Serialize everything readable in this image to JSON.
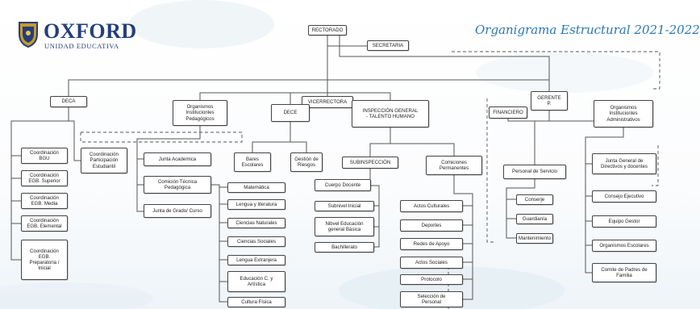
{
  "header": {
    "logo_word": "OXFORD",
    "logo_sub": "UNIDAD EDUCATIVA",
    "title": "Organigrama Estructural 2021-2022"
  },
  "colors": {
    "brand": "#243e7a",
    "title": "#2a77b5",
    "lines": "#555555"
  },
  "nodes": [
    {
      "id": "rectorado",
      "label": "RECTORADO"
    },
    {
      "id": "secretaria",
      "label": "SECRETARIA"
    },
    {
      "id": "deca",
      "label": "DECA"
    },
    {
      "id": "vicerrectora",
      "label": "VICERRECTORA"
    },
    {
      "id": "gerente",
      "label": "GERENTE\nP."
    },
    {
      "id": "org-inst-ped",
      "label": "Organismos\nInstitucionles\nPedagógicos"
    },
    {
      "id": "dece",
      "label": "DECE"
    },
    {
      "id": "insp-general",
      "label": "INSPECCIÓN GENERAL\n- TALENTO HUMANO"
    },
    {
      "id": "financiero",
      "label": "FINANCIERO"
    },
    {
      "id": "org-inst-adm",
      "label": "Organismos\nInstitucionles\nAdministrativos"
    },
    {
      "id": "coord-bgu",
      "label": "Coordinación\nBGU"
    },
    {
      "id": "coord-egb-sup",
      "label": "Coordinación\nEGB. Superior"
    },
    {
      "id": "coord-egb-media",
      "label": "Coordinación\nEGB. Media"
    },
    {
      "id": "coord-egb-elem",
      "label": "Coordinación\nEGB. Elemental"
    },
    {
      "id": "coord-egb-prep",
      "label": "Coordinación\nEGB.\nPreparatoria /\nInicial"
    },
    {
      "id": "coord-part",
      "label": "Coordinación\nParticipación\nEstudiantil"
    },
    {
      "id": "junta-acad",
      "label": "Junta Academica"
    },
    {
      "id": "comicion-tec",
      "label": "Comición Técnica\nPedagógica"
    },
    {
      "id": "junta-grado",
      "label": "Junta de Grado/ Curso"
    },
    {
      "id": "matematica",
      "label": "Matemática"
    },
    {
      "id": "lengua-lit",
      "label": "Lengua y literatura"
    },
    {
      "id": "cien-nat",
      "label": "Ciencias Naturales"
    },
    {
      "id": "cien-soc",
      "label": "Ciencias Sociales"
    },
    {
      "id": "lengua-ext",
      "label": "Lengua Extranjera"
    },
    {
      "id": "edu-art",
      "label": "Educación C. y\nArtística"
    },
    {
      "id": "cultura-fis",
      "label": "Cultura Física"
    },
    {
      "id": "bares",
      "label": "Bares\nEscolares"
    },
    {
      "id": "gestion-riesgos",
      "label": "Gestión de\nRiesgos"
    },
    {
      "id": "subinspeccion",
      "label": "SUBINSPECCIÓN"
    },
    {
      "id": "cuerpo-docente",
      "label": "Cuerpo Docente"
    },
    {
      "id": "subnivel-inicial",
      "label": "Subnivel Inicial"
    },
    {
      "id": "nivel-basica",
      "label": "Nibvel Educación\ngeneral Básica"
    },
    {
      "id": "bachillerato",
      "label": "Bachillerato"
    },
    {
      "id": "comiciones",
      "label": "Comiciones\nPermanentes"
    },
    {
      "id": "actos-cult",
      "label": "Actos Culturales"
    },
    {
      "id": "deportes",
      "label": "Deportes"
    },
    {
      "id": "redes-apoyo",
      "label": "Redes de Apoyo"
    },
    {
      "id": "actos-soc",
      "label": "Actos Sociales"
    },
    {
      "id": "protocolo",
      "label": "Protocolo"
    },
    {
      "id": "seleccion-personal",
      "label": "Selección de\nPersonal"
    },
    {
      "id": "personal-serv",
      "label": "Personal de Servicio"
    },
    {
      "id": "conserje",
      "label": "Conserje"
    },
    {
      "id": "guardiania",
      "label": "Guardianía"
    },
    {
      "id": "mantenimiento",
      "label": "Mantenimiento"
    },
    {
      "id": "junta-general",
      "label": "Junta General de\nDirectivos y docentes"
    },
    {
      "id": "consejo-ejec",
      "label": "Consejo Ejecutivo"
    },
    {
      "id": "equipo-gestor",
      "label": "Equipo Gestor"
    },
    {
      "id": "org-escolares",
      "label": "Organismos Escolares"
    },
    {
      "id": "comite-padres",
      "label": "Comite de Padres de\nFamilia"
    }
  ]
}
